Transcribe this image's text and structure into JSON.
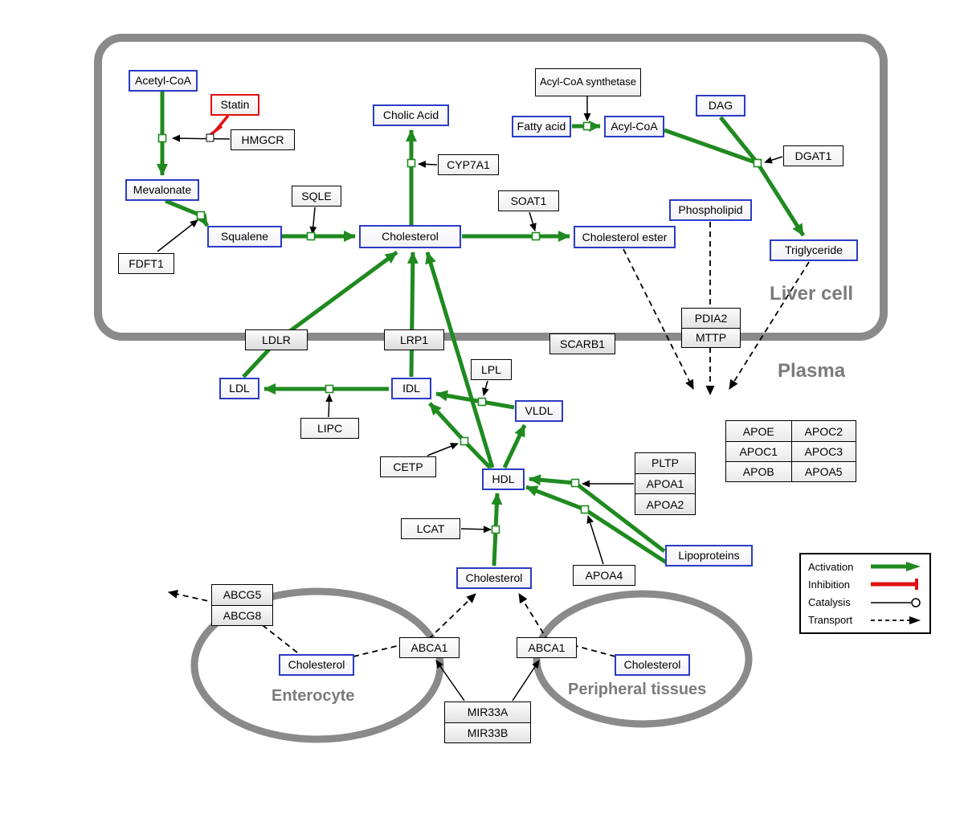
{
  "compartments": {
    "liver": "Liver cell",
    "plasma": "Plasma",
    "enterocyte": "Enterocyte",
    "peripheral": "Peripheral tissues"
  },
  "nodes": {
    "acetyl_coa": "Acetyl-CoA",
    "statin": "Statin",
    "hmgcr": "HMGCR",
    "mevalonate": "Mevalonate",
    "fdft1": "FDFT1",
    "squalene": "Squalene",
    "sqle": "SQLE",
    "cholesterol_liver": "Cholesterol",
    "cholic_acid": "Cholic Acid",
    "cyp7a1": "CYP7A1",
    "soat1": "SOAT1",
    "cholesterol_ester": "Cholesterol ester",
    "acyl_coa_synthetase": "Acyl-CoA synthetase",
    "fatty_acid": "Fatty acid",
    "acyl_coa": "Acyl-CoA",
    "dag": "DAG",
    "dgat1": "DGAT1",
    "phospholipid": "Phospholipid",
    "triglyceride": "Triglyceride",
    "pdia2": "PDIA2",
    "mttp": "MTTP",
    "ldlr": "LDLR",
    "lrp1": "LRP1",
    "scarb1": "SCARB1",
    "ldl": "LDL",
    "lipc": "LIPC",
    "idl": "IDL",
    "lpl": "LPL",
    "vldl": "VLDL",
    "cetp": "CETP",
    "hdl": "HDL",
    "lcat": "LCAT",
    "pltp": "PLTP",
    "apoa1": "APOA1",
    "apoa2": "APOA2",
    "apoa4": "APOA4",
    "lipoproteins": "Lipoproteins",
    "apoe": "APOE",
    "apoc2": "APOC2",
    "apoc1": "APOC1",
    "apoc3": "APOC3",
    "apob": "APOB",
    "apoa5": "APOA5",
    "cholesterol_plasma": "Cholesterol",
    "abcg5": "ABCG5",
    "abcg8": "ABCG8",
    "cholesterol_enterocyte": "Cholesterol",
    "abca1_left": "ABCA1",
    "abca1_right": "ABCA1",
    "cholesterol_peripheral": "Cholesterol",
    "mir33a": "MIR33A",
    "mir33b": "MIR33B"
  },
  "legend": {
    "activation": "Activation",
    "inhibition": "Inhibition",
    "catalysis": "Catalysis",
    "transport": "Transport"
  },
  "colors": {
    "activation": "#1f8a1f",
    "inhibition": "#e01010",
    "metabolite_border": "#2b3cc4",
    "compartment_border": "#8a8a8a"
  }
}
